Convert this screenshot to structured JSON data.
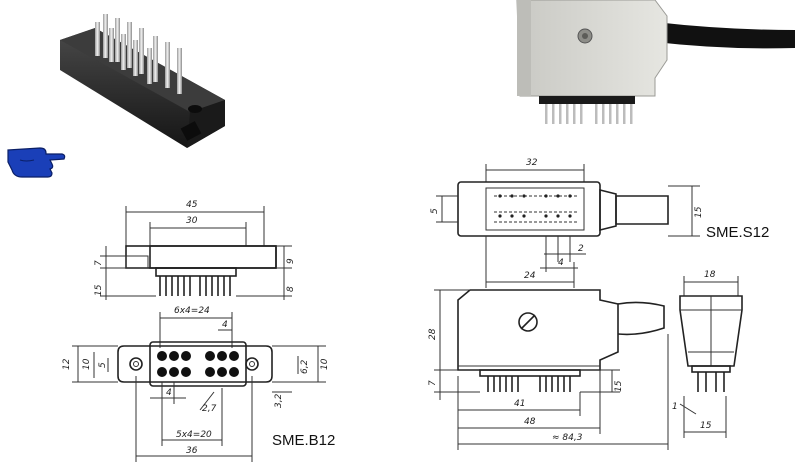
{
  "labels": {
    "model_b12": "SME.B12",
    "model_s12": "SME.S12"
  },
  "dims_b12": {
    "d45": "45",
    "d30": "30",
    "d15": "15",
    "d7": "7",
    "d9": "9",
    "d8": "8",
    "d6x4": "6x4=24",
    "d4a": "4",
    "d12": "12",
    "d10a": "10",
    "d5": "5",
    "d62": "6,2",
    "d10b": "10",
    "d4b": "4",
    "d32": "3,2",
    "d5x4": "5x4=20",
    "d36": "36",
    "dsym": "2,7"
  },
  "dims_s12": {
    "d32": "32",
    "d5": "5",
    "d15": "15",
    "d2": "2",
    "d4": "4",
    "d24": "24",
    "d18": "18",
    "d28": "28",
    "d7": "7",
    "d15b": "15",
    "d41": "41",
    "d48": "48",
    "d843": "≈ 84,3",
    "d1": "1",
    "d15c": "15"
  },
  "colors": {
    "ink": "#333333",
    "connector_body": "#2a2a2a",
    "plug_shell": "#d9d9d4",
    "cable": "#111111",
    "hand_pointer": "#1a3fb8"
  },
  "icons": {
    "hand_pointer": "pointing-hand-icon"
  }
}
